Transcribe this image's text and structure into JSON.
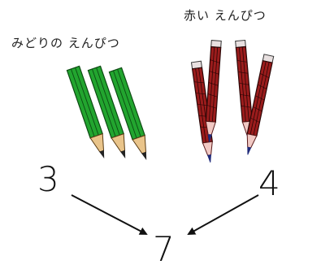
{
  "green_pencils": {
    "label": "みどりの えんぴつ",
    "count": 3,
    "color": "#1e9e2a"
  },
  "red_pencils": {
    "label": "赤い えんぴつ",
    "count": 4,
    "color": "#8b1a1a"
  },
  "equation": {
    "left_number": "3",
    "right_number": "4",
    "result_number": "7"
  }
}
